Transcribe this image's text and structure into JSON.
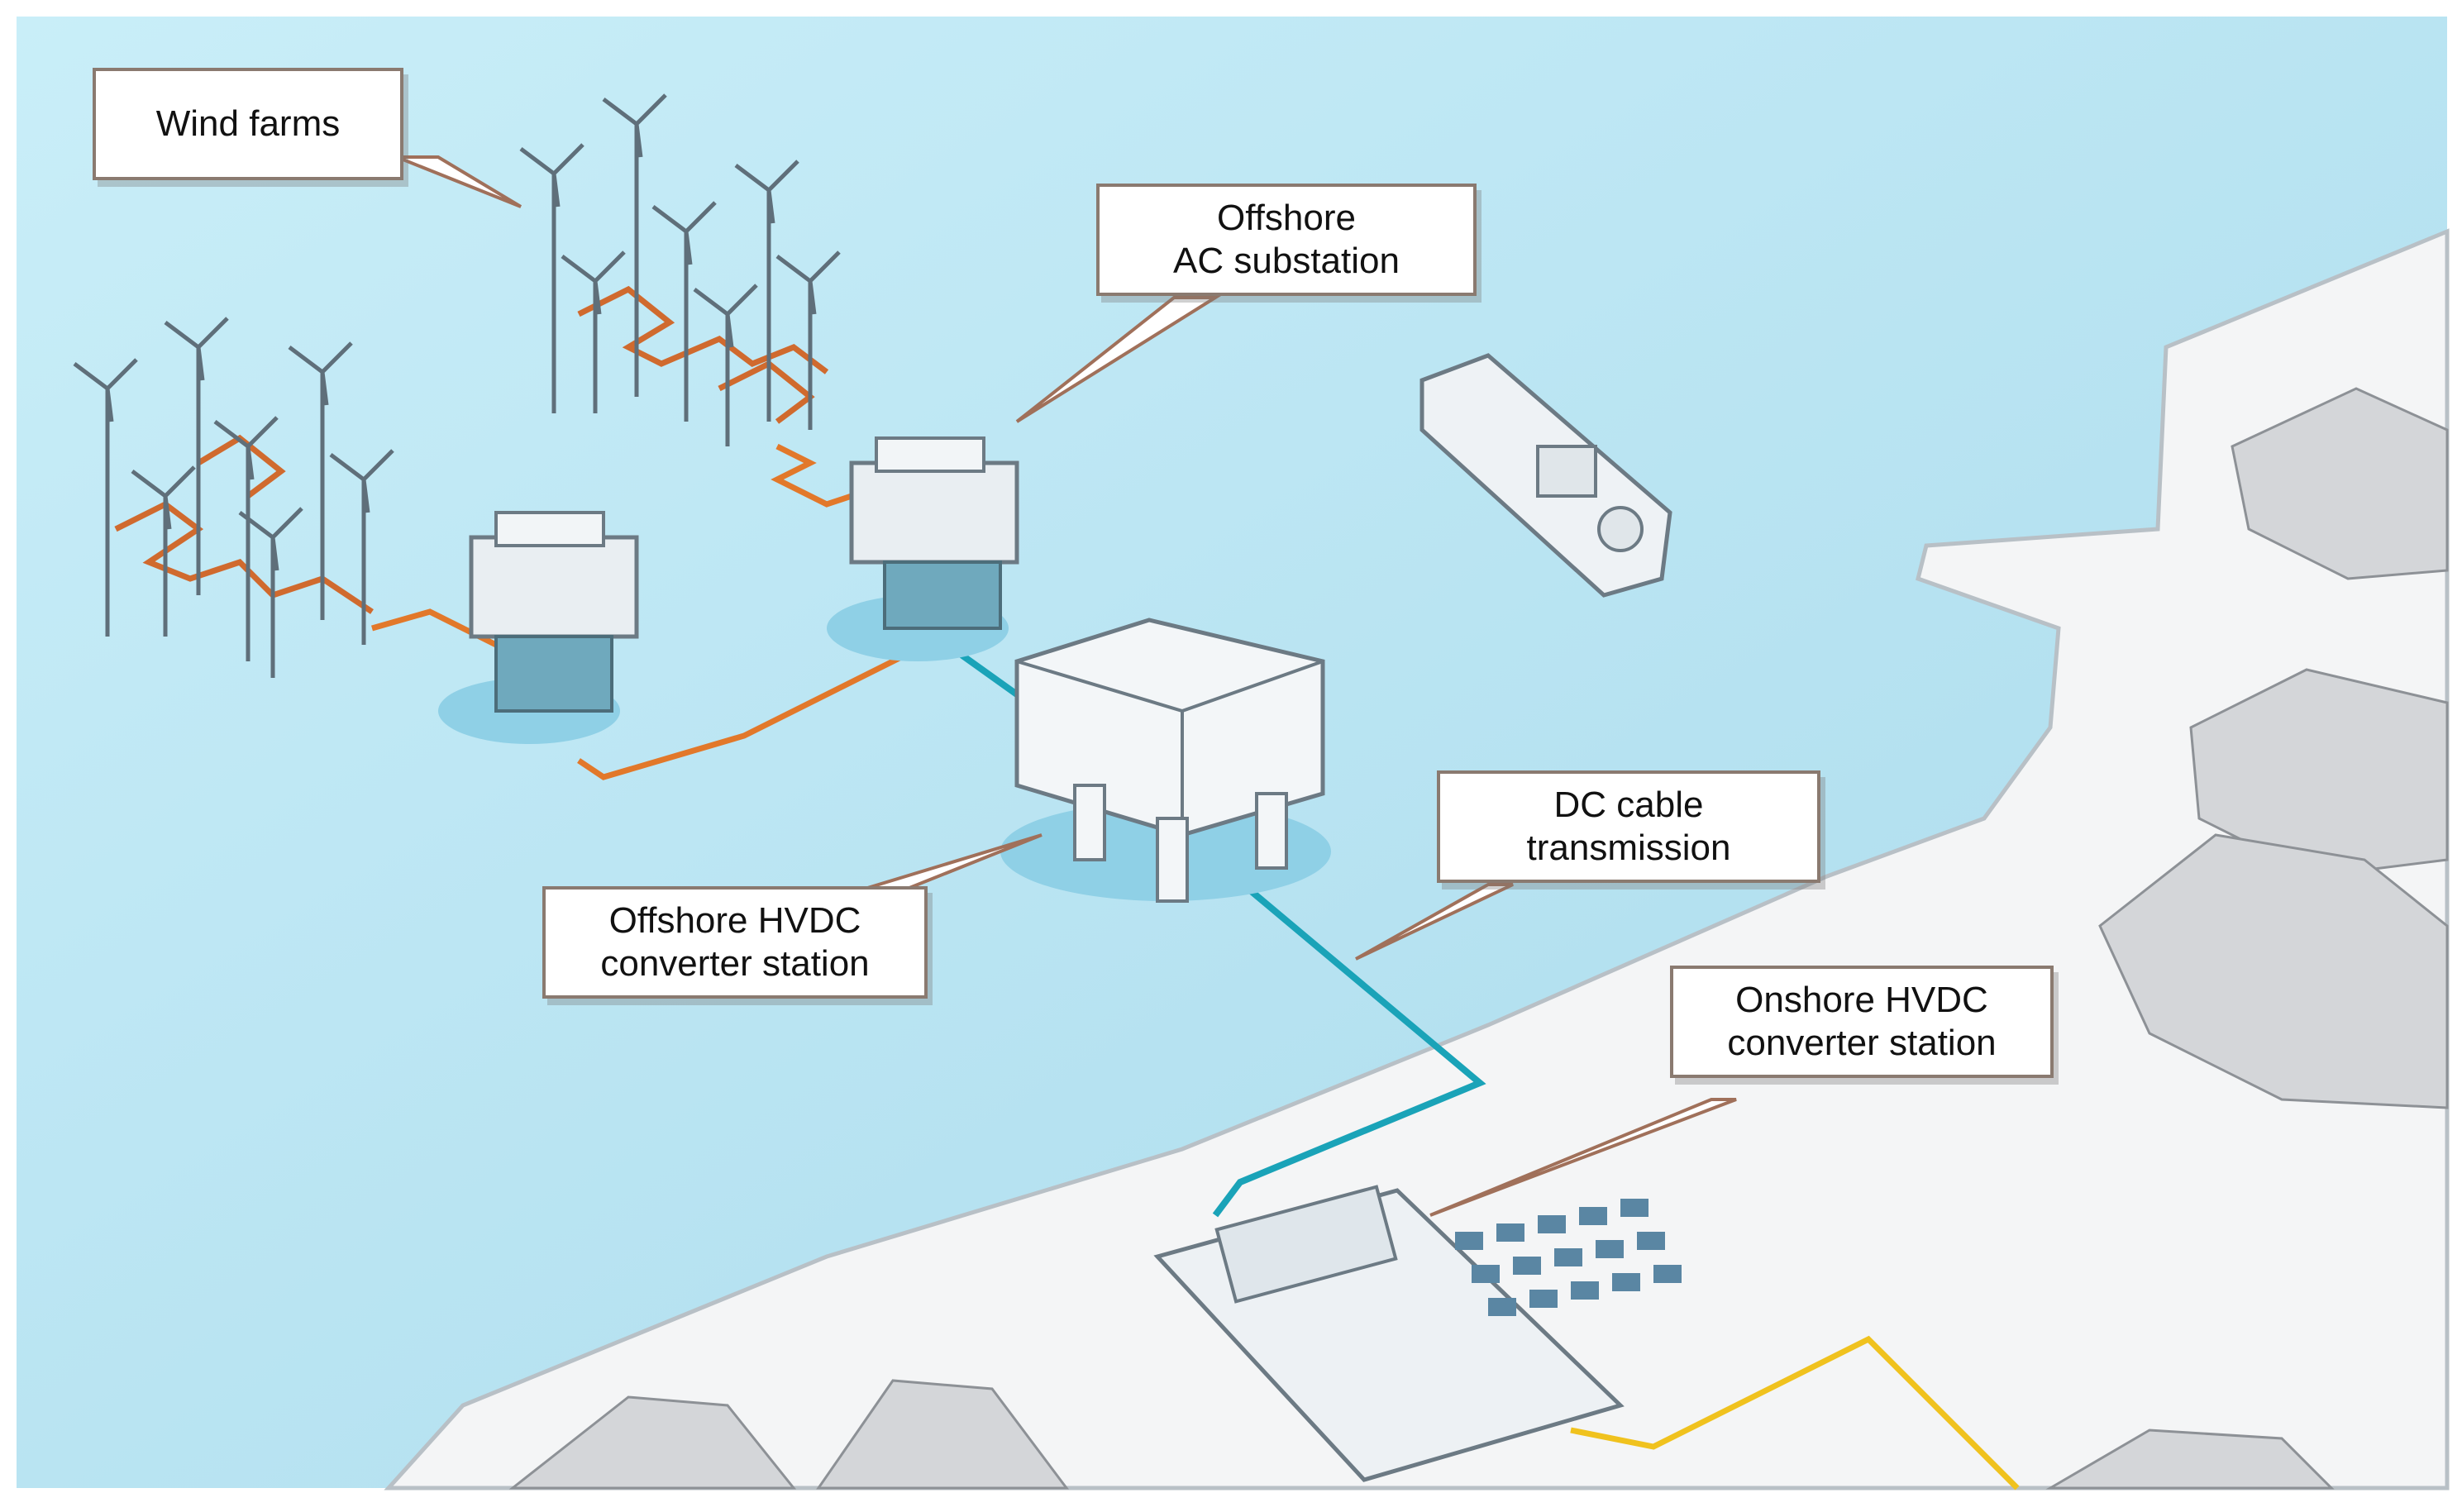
{
  "labels": {
    "wind_farms": [
      "Wind farms"
    ],
    "offshore_ac": [
      "Offshore",
      "AC substation"
    ],
    "offshore_hvdc": [
      "Offshore HVDC",
      "converter station"
    ],
    "dc_cable": [
      "DC cable",
      "transmission"
    ],
    "onshore_hvdc": [
      "Onshore HVDC",
      "converter station"
    ]
  },
  "colors": {
    "sea": "#bfe6f3",
    "land": "#f4f5f6",
    "ac_cable": "#e2782a",
    "array_cable": "#d06a2e",
    "dc_cable": "#1aa3b8",
    "onshore_cable": "#f0c21e",
    "callout_line": "#a0705a"
  }
}
